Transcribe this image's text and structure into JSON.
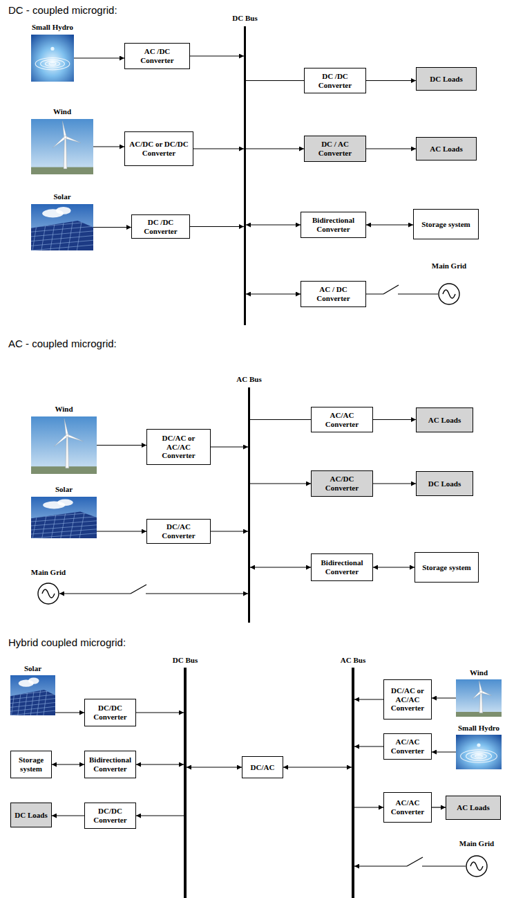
{
  "diagram": {
    "nodes": [
      {
        "text": [
          "Small Hydro"
        ]
      },
      {
        "text": [
          "AC /DC Converter"
        ]
      },
      {
        "text": [
          "Wind"
        ]
      },
      {
        "text": [
          "AC/DC or DC/DC Converter"
        ]
      },
      {
        "text": [
          "Solar"
        ]
      },
      {
        "text": [
          "DC /DC Converter"
        ]
      },
      {
        "text": [
          "DC Bus"
        ]
      },
      {
        "text": [
          "DC /DC Converter"
        ]
      },
      {
        "text": [
          "DC Loads"
        ]
      },
      {
        "text": [
          "DC / AC Converter"
        ]
      },
      {
        "text": [
          "AC Loads"
        ]
      },
      {
        "text": [
          "Bidirectional Converter"
        ]
      },
      {
        "text": [
          "Storage system"
        ]
      },
      {
        "text": [
          "AC / DC Converter"
        ]
      },
      {
        "text": [
          "Main Grid"
        ]
      },
      {
        "text": [
          "Wind"
        ]
      },
      {
        "text": [
          "DC/AC or AC/AC Converter"
        ]
      },
      {
        "text": [
          "Solar"
        ]
      },
      {
        "text": [
          "DC/AC Converter"
        ]
      },
      {
        "text": [
          "Main Grid"
        ]
      },
      {
        "text": [
          "AC Bus"
        ]
      },
      {
        "text": [
          "AC/AC Converter"
        ]
      },
      {
        "text": [
          "AC Loads"
        ]
      },
      {
        "text": [
          "AC/DC Converter"
        ]
      },
      {
        "text": [
          "DC Loads"
        ]
      },
      {
        "text": [
          "Bidirectional Converter"
        ]
      },
      {
        "text": [
          "Storage system"
        ]
      },
      {
        "text": [
          "Solar"
        ]
      },
      {
        "text": [
          "DC/DC Converter"
        ]
      },
      {
        "text": [
          "Storage system"
        ]
      },
      {
        "text": [
          "Bidirectional Converter"
        ]
      },
      {
        "text": [
          "DC Loads"
        ]
      },
      {
        "text": [
          "DC/DC Converter"
        ]
      },
      {
        "text": [
          "DC Bus"
        ]
      },
      {
        "text": [
          "DC/AC"
        ]
      },
      {
        "text": [
          "AC Bus"
        ]
      },
      {
        "text": [
          "DC/AC or AC/AC Converter"
        ]
      },
      {
        "text": [
          "Wind"
        ]
      },
      {
        "text": [
          "AC/AC Converter"
        ]
      },
      {
        "text": [
          "Small Hydro"
        ]
      },
      {
        "text": [
          "AC/AC Converter"
        ]
      },
      {
        "text": [
          "AC Loads"
        ]
      },
      {
        "text": [
          "Main Grid"
        ]
      }
    ],
    "edges": [
      {
        "from": 0,
        "to": 1,
        "arrow": "to"
      },
      {
        "from": 1,
        "to": 6,
        "arrow": "to"
      },
      {
        "from": 2,
        "to": 3,
        "arrow": "to"
      },
      {
        "from": 3,
        "to": 6,
        "arrow": "to"
      },
      {
        "from": 4,
        "to": 5,
        "arrow": "to"
      },
      {
        "from": 5,
        "to": 6,
        "arrow": "to"
      },
      {
        "from": 6,
        "to": 7,
        "arrow": "none"
      },
      {
        "from": 7,
        "to": 8,
        "arrow": "to"
      },
      {
        "from": 6,
        "to": 9,
        "arrow": "to"
      },
      {
        "from": 9,
        "to": 10,
        "arrow": "to"
      },
      {
        "from": 6,
        "to": 11,
        "arrow": "both"
      },
      {
        "from": 11,
        "to": 12,
        "arrow": "both"
      },
      {
        "from": 6,
        "to": 13,
        "arrow": "both"
      },
      {
        "from": 13,
        "to": 14,
        "arrow": "none"
      },
      {
        "from": 15,
        "to": 16,
        "arrow": "to"
      },
      {
        "from": 16,
        "to": 20,
        "arrow": "to"
      },
      {
        "from": 17,
        "to": 18,
        "arrow": "to"
      },
      {
        "from": 18,
        "to": 20,
        "arrow": "to"
      },
      {
        "from": 19,
        "to": 20,
        "arrow": "both"
      },
      {
        "from": 20,
        "to": 21,
        "arrow": "none"
      },
      {
        "from": 21,
        "to": 22,
        "arrow": "to"
      },
      {
        "from": 20,
        "to": 23,
        "arrow": "to"
      },
      {
        "from": 23,
        "to": 24,
        "arrow": "to"
      },
      {
        "from": 20,
        "to": 25,
        "arrow": "both"
      },
      {
        "from": 25,
        "to": 26,
        "arrow": "both"
      },
      {
        "from": 27,
        "to": 28,
        "arrow": "to"
      },
      {
        "from": 28,
        "to": 33,
        "arrow": "to"
      },
      {
        "from": 29,
        "to": 30,
        "arrow": "both"
      },
      {
        "from": 30,
        "to": 33,
        "arrow": "both"
      },
      {
        "from": 33,
        "to": 32,
        "arrow": "to"
      },
      {
        "from": 32,
        "to": 31,
        "arrow": "to"
      },
      {
        "from": 33,
        "to": 34,
        "arrow": "both"
      },
      {
        "from": 34,
        "to": 35,
        "arrow": "both"
      },
      {
        "from": 37,
        "to": 36,
        "arrow": "to"
      },
      {
        "from": 36,
        "to": 35,
        "arrow": "to"
      },
      {
        "from": 39,
        "to": 38,
        "arrow": "to"
      },
      {
        "from": 38,
        "to": 35,
        "arrow": "to"
      },
      {
        "from": 35,
        "to": 40,
        "arrow": "to"
      },
      {
        "from": 40,
        "to": 41,
        "arrow": "to"
      },
      {
        "from": 42,
        "to": 35,
        "arrow": "to"
      }
    ],
    "labels": [
      "DC - coupled microgrid:",
      "AC - coupled microgrid:",
      "Hybrid coupled microgrid:"
    ]
  }
}
